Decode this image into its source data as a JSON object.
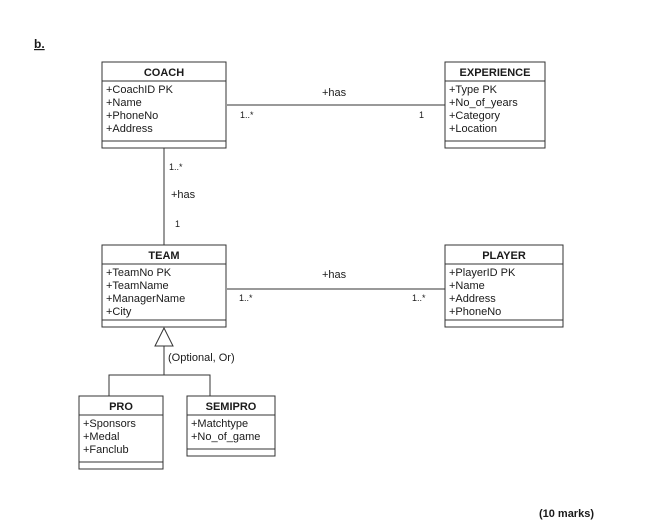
{
  "question_label": "b.",
  "marks": "(10 marks)",
  "classes": {
    "coach": {
      "name": "COACH",
      "attributes": [
        "+CoachID PK",
        "+Name",
        "+PhoneNo",
        "+Address"
      ]
    },
    "experience": {
      "name": "EXPERIENCE",
      "attributes": [
        "+Type PK",
        "+No_of_years",
        "+Category",
        "+Location"
      ]
    },
    "team": {
      "name": "TEAM",
      "attributes": [
        "+TeamNo PK",
        "+TeamName",
        "+ManagerName",
        "+City"
      ]
    },
    "player": {
      "name": "PLAYER",
      "attributes": [
        "+PlayerID PK",
        "+Name",
        "+Address",
        "+PhoneNo"
      ]
    },
    "pro": {
      "name": "PRO",
      "attributes": [
        "+Sponsors",
        "+Medal",
        "+Fanclub"
      ]
    },
    "semipro": {
      "name": "SEMIPRO",
      "attributes": [
        "+Matchtype",
        "+No_of_game"
      ]
    }
  },
  "associations": {
    "coach_experience": {
      "label": "+has",
      "coach_end": "1..*",
      "experience_end": "1"
    },
    "coach_team": {
      "label": "+has",
      "coach_end": "1..*",
      "team_end": "1"
    },
    "team_player": {
      "label": "+has",
      "team_end": "1..*",
      "player_end": "1..*"
    }
  },
  "generalization": {
    "constraint": "(Optional, Or)"
  }
}
